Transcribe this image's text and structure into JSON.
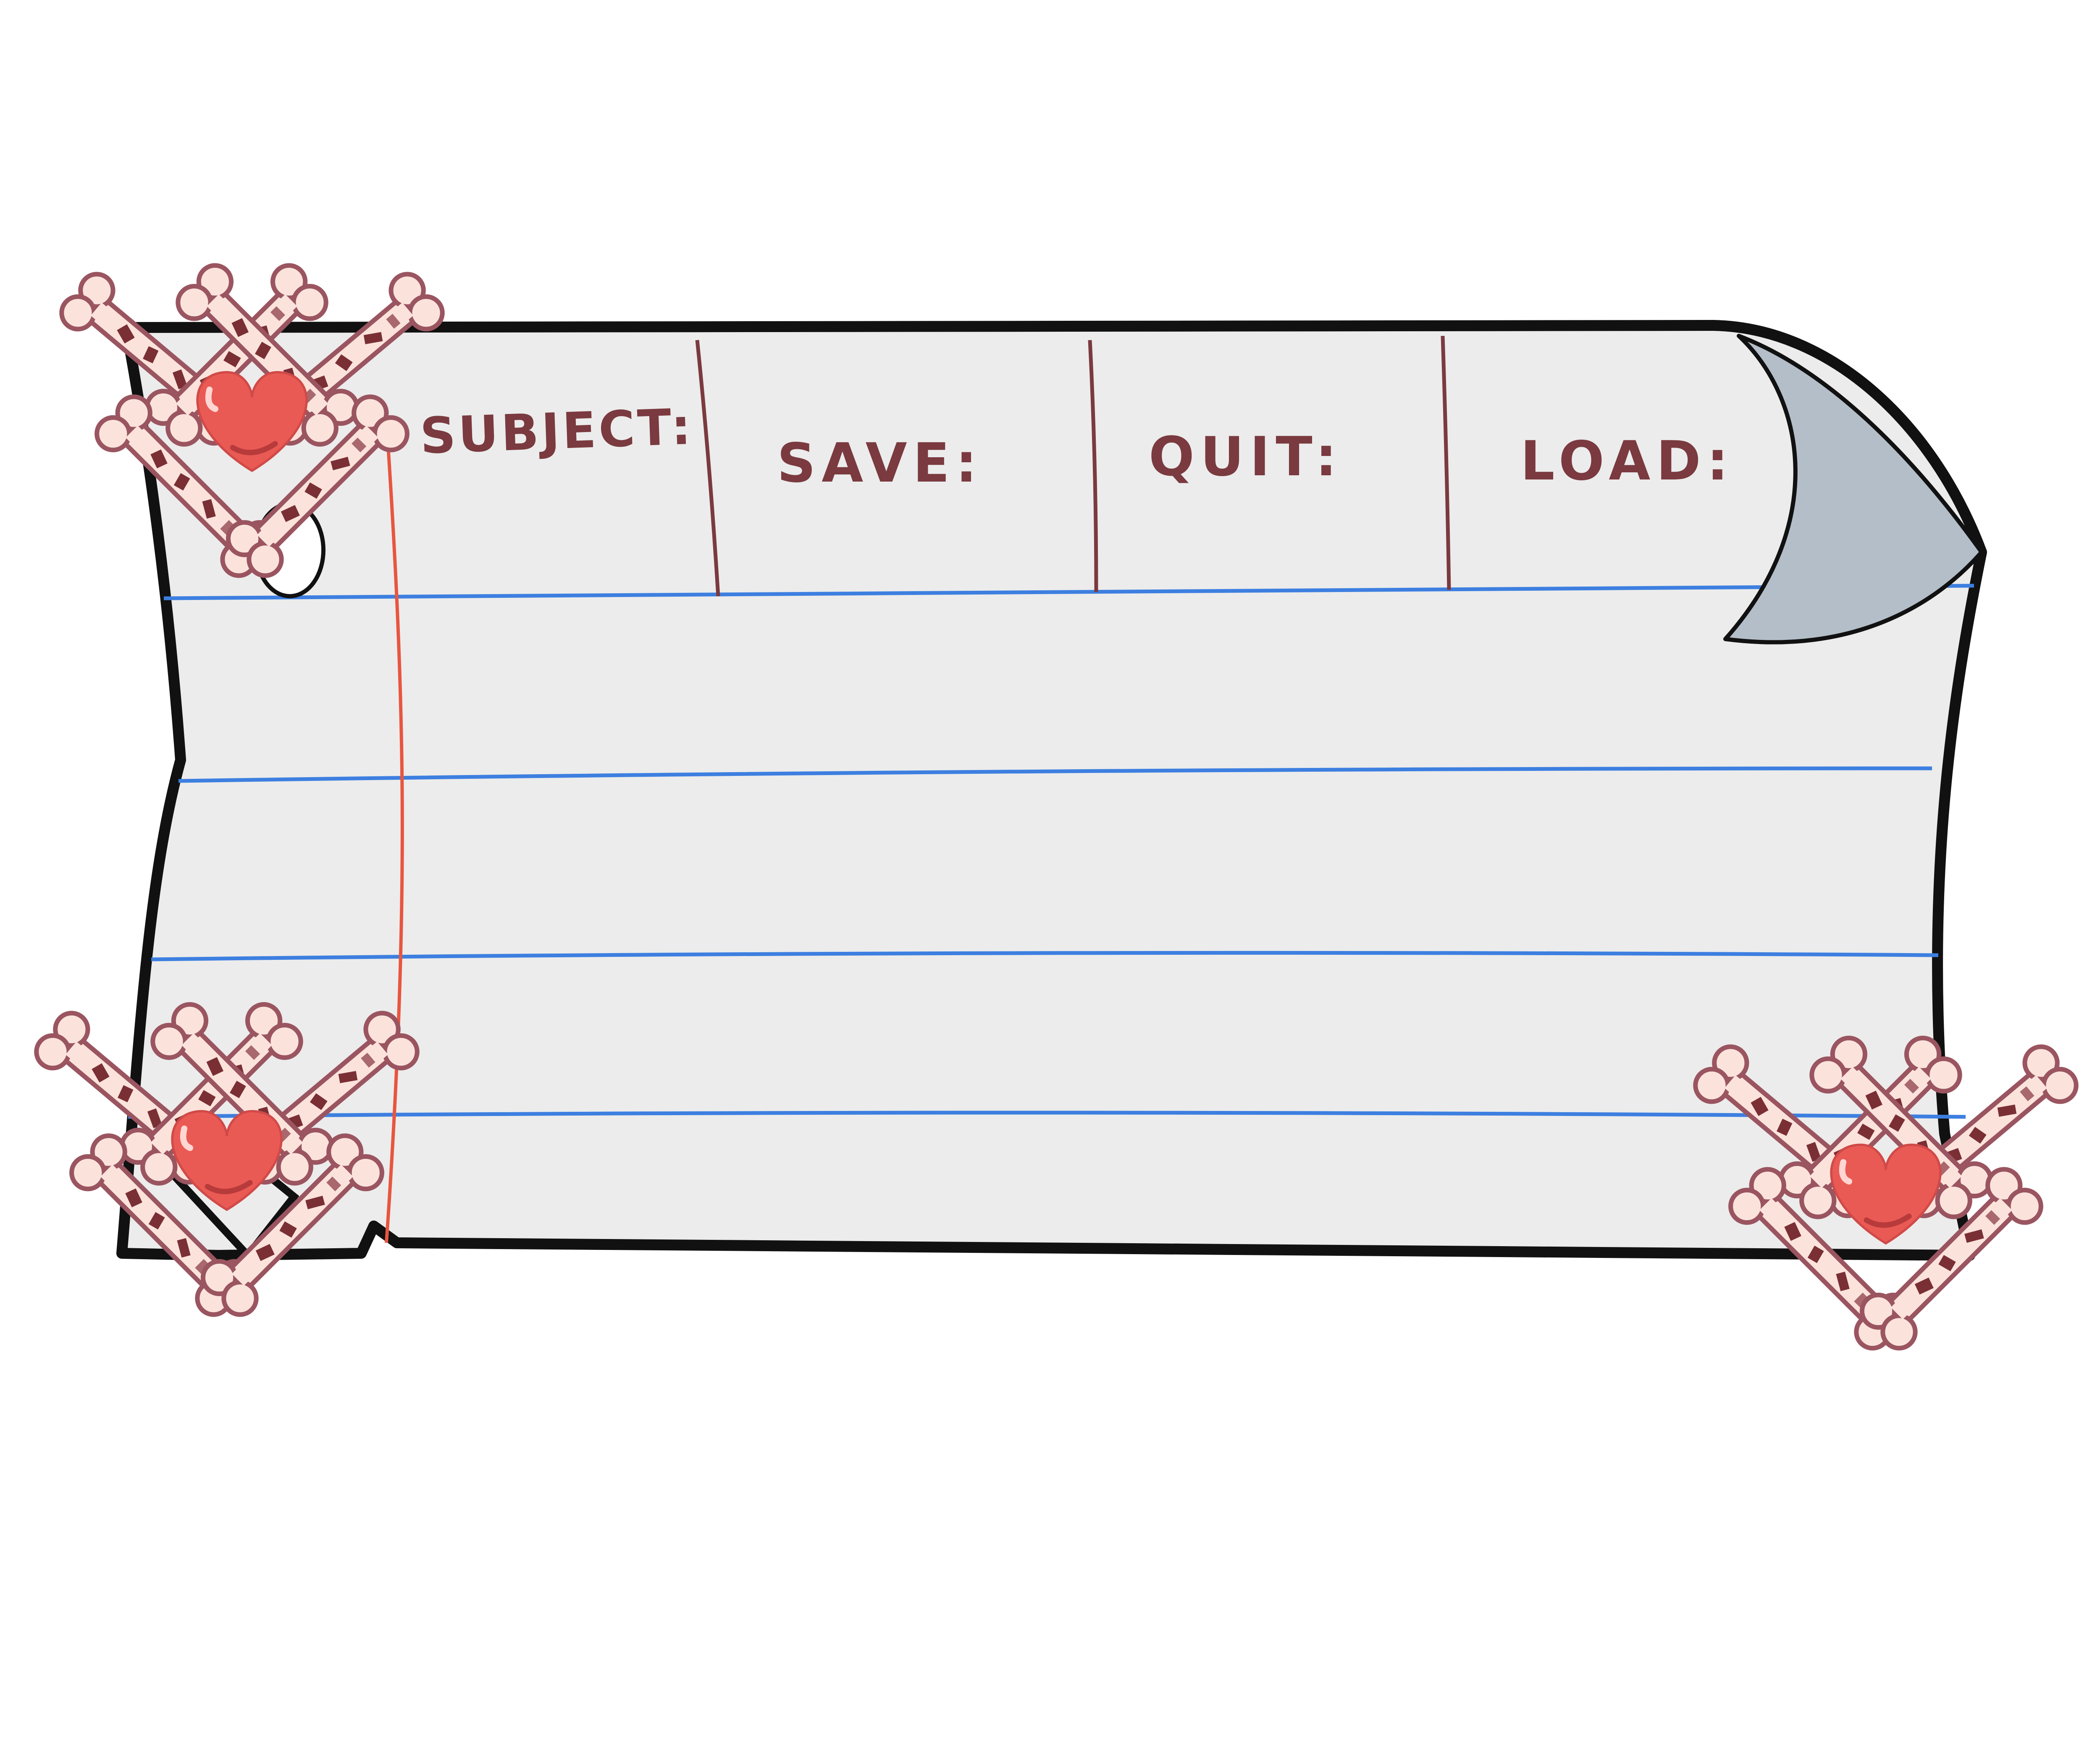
{
  "menu": {
    "subject_label": "SUBJECT:",
    "save_label": "SAVE:",
    "quit_label": "QUIT:",
    "load_label": "LOAD:"
  },
  "decorations": {
    "corner_ornament_icon": "bone-heart-icon",
    "page_curl_icon": "page-curl-icon",
    "ring_hole_icon": "binder-hole-icon"
  },
  "colors": {
    "paper": "#ececec",
    "outline": "#111111",
    "rule_line": "#3d7fe0",
    "margin_line": "#e8553f",
    "text": "#7a3a3f",
    "curl": "#b3bec8",
    "bone": "#fbe3dc",
    "bone_outline": "#9a5560",
    "heart": "#ea5a55"
  }
}
